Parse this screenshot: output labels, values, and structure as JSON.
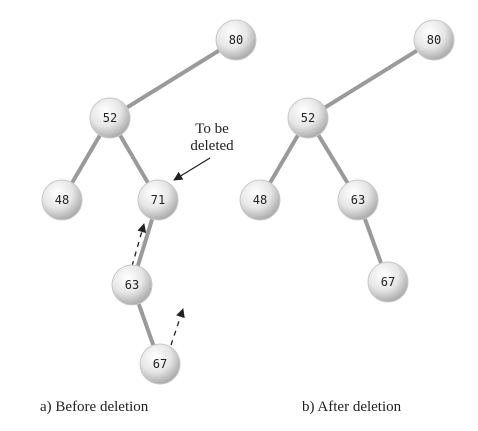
{
  "panels": {
    "before": {
      "caption": "a) Before deletion",
      "nodes": [
        {
          "key": "n80",
          "label": "80"
        },
        {
          "key": "n52",
          "label": "52"
        },
        {
          "key": "n48",
          "label": "48"
        },
        {
          "key": "n71",
          "label": "71"
        },
        {
          "key": "n63",
          "label": "63"
        },
        {
          "key": "n67",
          "label": "67"
        }
      ],
      "edges": [
        [
          "n80",
          "n52"
        ],
        [
          "n52",
          "n48"
        ],
        [
          "n52",
          "n71"
        ],
        [
          "n71",
          "n63"
        ],
        [
          "n63",
          "n67"
        ]
      ],
      "annotation": {
        "line1": "To be",
        "line2": "deleted"
      }
    },
    "after": {
      "caption": "b) After deletion",
      "nodes": [
        {
          "key": "m80",
          "label": "80"
        },
        {
          "key": "m52",
          "label": "52"
        },
        {
          "key": "m48",
          "label": "48"
        },
        {
          "key": "m63",
          "label": "63"
        },
        {
          "key": "m67",
          "label": "67"
        }
      ],
      "edges": [
        [
          "m80",
          "m52"
        ],
        [
          "m52",
          "m48"
        ],
        [
          "m52",
          "m63"
        ],
        [
          "m63",
          "m67"
        ]
      ]
    }
  }
}
